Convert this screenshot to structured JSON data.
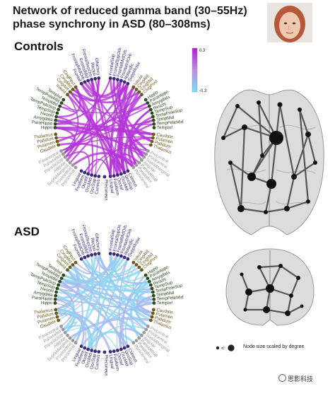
{
  "header": {
    "title_line1": "Network of reduced gamma band (30–55Hz)",
    "title_line2": "phase synchrony in ASD (80–308ms)"
  },
  "panels": {
    "controls_label": "Controls",
    "asd_label": "ASD"
  },
  "colorbar": {
    "max_label": "0.3",
    "min_label": "-0.3",
    "top_color": "#b01adf",
    "bottom_color": "#6fe3f2"
  },
  "legend": {
    "text": "Node size scaled by degree"
  },
  "watermark": {
    "text": "思影科技"
  },
  "colors": {
    "controls_edges": "#b436d8",
    "asd_edges": "#8fd4f0",
    "asd_edges_alt": "#a7b8ee",
    "node_frontal": "#3b2a7a",
    "node_temporal": "#2d4a1e",
    "node_limbic": "#6b5a1c",
    "node_parietal": "#9a9a9a",
    "node_occipital": "#3b2a7a"
  },
  "node_labels": {
    "left_frontal": [
      "Frontal",
      "FrontalMidOrb",
      "FrontalMid",
      "FrontalSupOrb",
      "Rectus",
      "Olfactory"
    ],
    "right_frontal": [
      "FrontalSup",
      "FrontalSupOrb",
      "FrontalMidOrb",
      "FrontalInfOrb",
      "Rolandic",
      "SuppMotor"
    ],
    "left_limbic": [
      "Insula",
      "CingAnt",
      "CingMid",
      "CingPost"
    ],
    "right_limbic": [
      "Insula",
      "CingAnt",
      "CingMid",
      "CingPost"
    ],
    "left_temporal": [
      "Hippo",
      "ParaHippo",
      "Amygdala",
      "Heschl",
      "TempSup",
      "TempPoleSup",
      "TempMid",
      "TempPoleMid",
      "TempInf"
    ],
    "right_temporal": [
      "Hippo",
      "ParaHippo",
      "Amygdala",
      "Heschl",
      "TempSup",
      "TempPoleSup",
      "TempMid",
      "TempPoleMid",
      "TempInf"
    ],
    "left_subcortical": [
      "Caudate",
      "Putamen",
      "Pallidum",
      "Thalamus"
    ],
    "right_subcortical": [
      "Caudate",
      "Putamen",
      "Pallidum",
      "Thalamus"
    ],
    "left_parietal": [
      "Precentral",
      "Postcentral",
      "SupraMarginal",
      "Angular",
      "ParietalSup",
      "ParietalInf",
      "Paracentral"
    ],
    "right_parietal": [
      "Precentral",
      "Postcentral",
      "SupraMarginal",
      "Angular",
      "ParietalSup",
      "ParietalInf",
      "Paracentral"
    ],
    "left_occipital": [
      "Cuneus",
      "OccSup",
      "OccMid",
      "OccInf",
      "Fusiform",
      "Lingual"
    ],
    "right_occipital": [
      "Cuneus",
      "OccSup",
      "OccMid",
      "OccInf",
      "Fusiform",
      "Lingual"
    ],
    "bottom": [
      "Precuneus"
    ]
  }
}
